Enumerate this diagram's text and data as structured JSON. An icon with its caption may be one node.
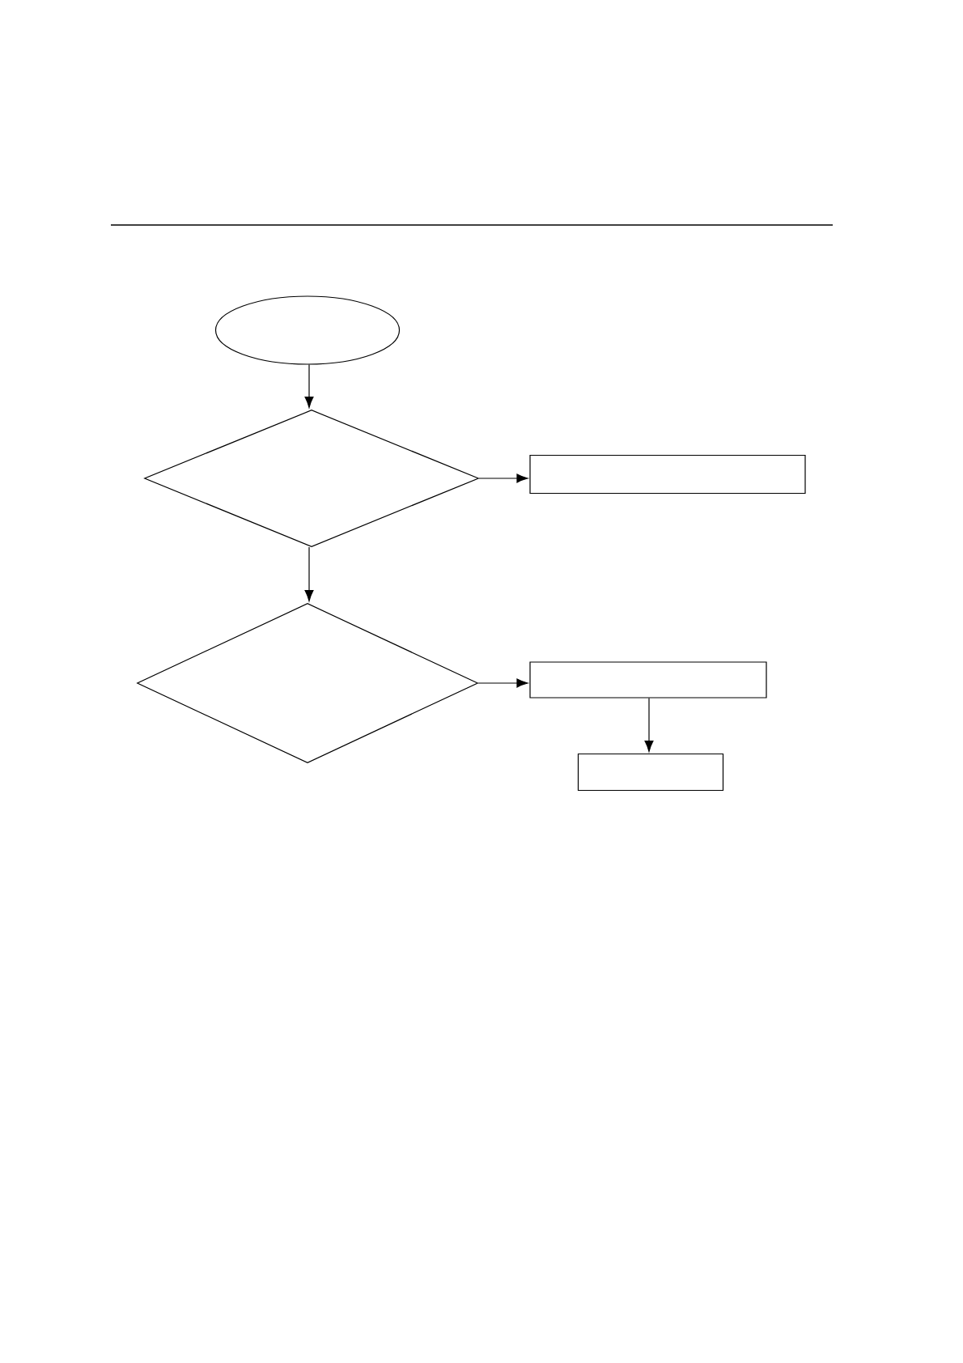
{
  "diagram": {
    "nodes": [
      {
        "text": [],
        "shape": "ellipse"
      },
      {
        "text": [],
        "shape": "diamond"
      },
      {
        "text": [],
        "shape": "box"
      },
      {
        "text": [],
        "shape": "diamond"
      },
      {
        "text": [],
        "shape": "box"
      },
      {
        "text": [],
        "shape": "box"
      }
    ],
    "edges": [
      {
        "from": 0,
        "to": 1,
        "arrow": "to"
      },
      {
        "from": 1,
        "to": 2,
        "arrow": "to"
      },
      {
        "from": 1,
        "to": 3,
        "arrow": "to"
      },
      {
        "from": 3,
        "to": 4,
        "arrow": "to"
      },
      {
        "from": 4,
        "to": 5,
        "arrow": "to"
      }
    ]
  }
}
